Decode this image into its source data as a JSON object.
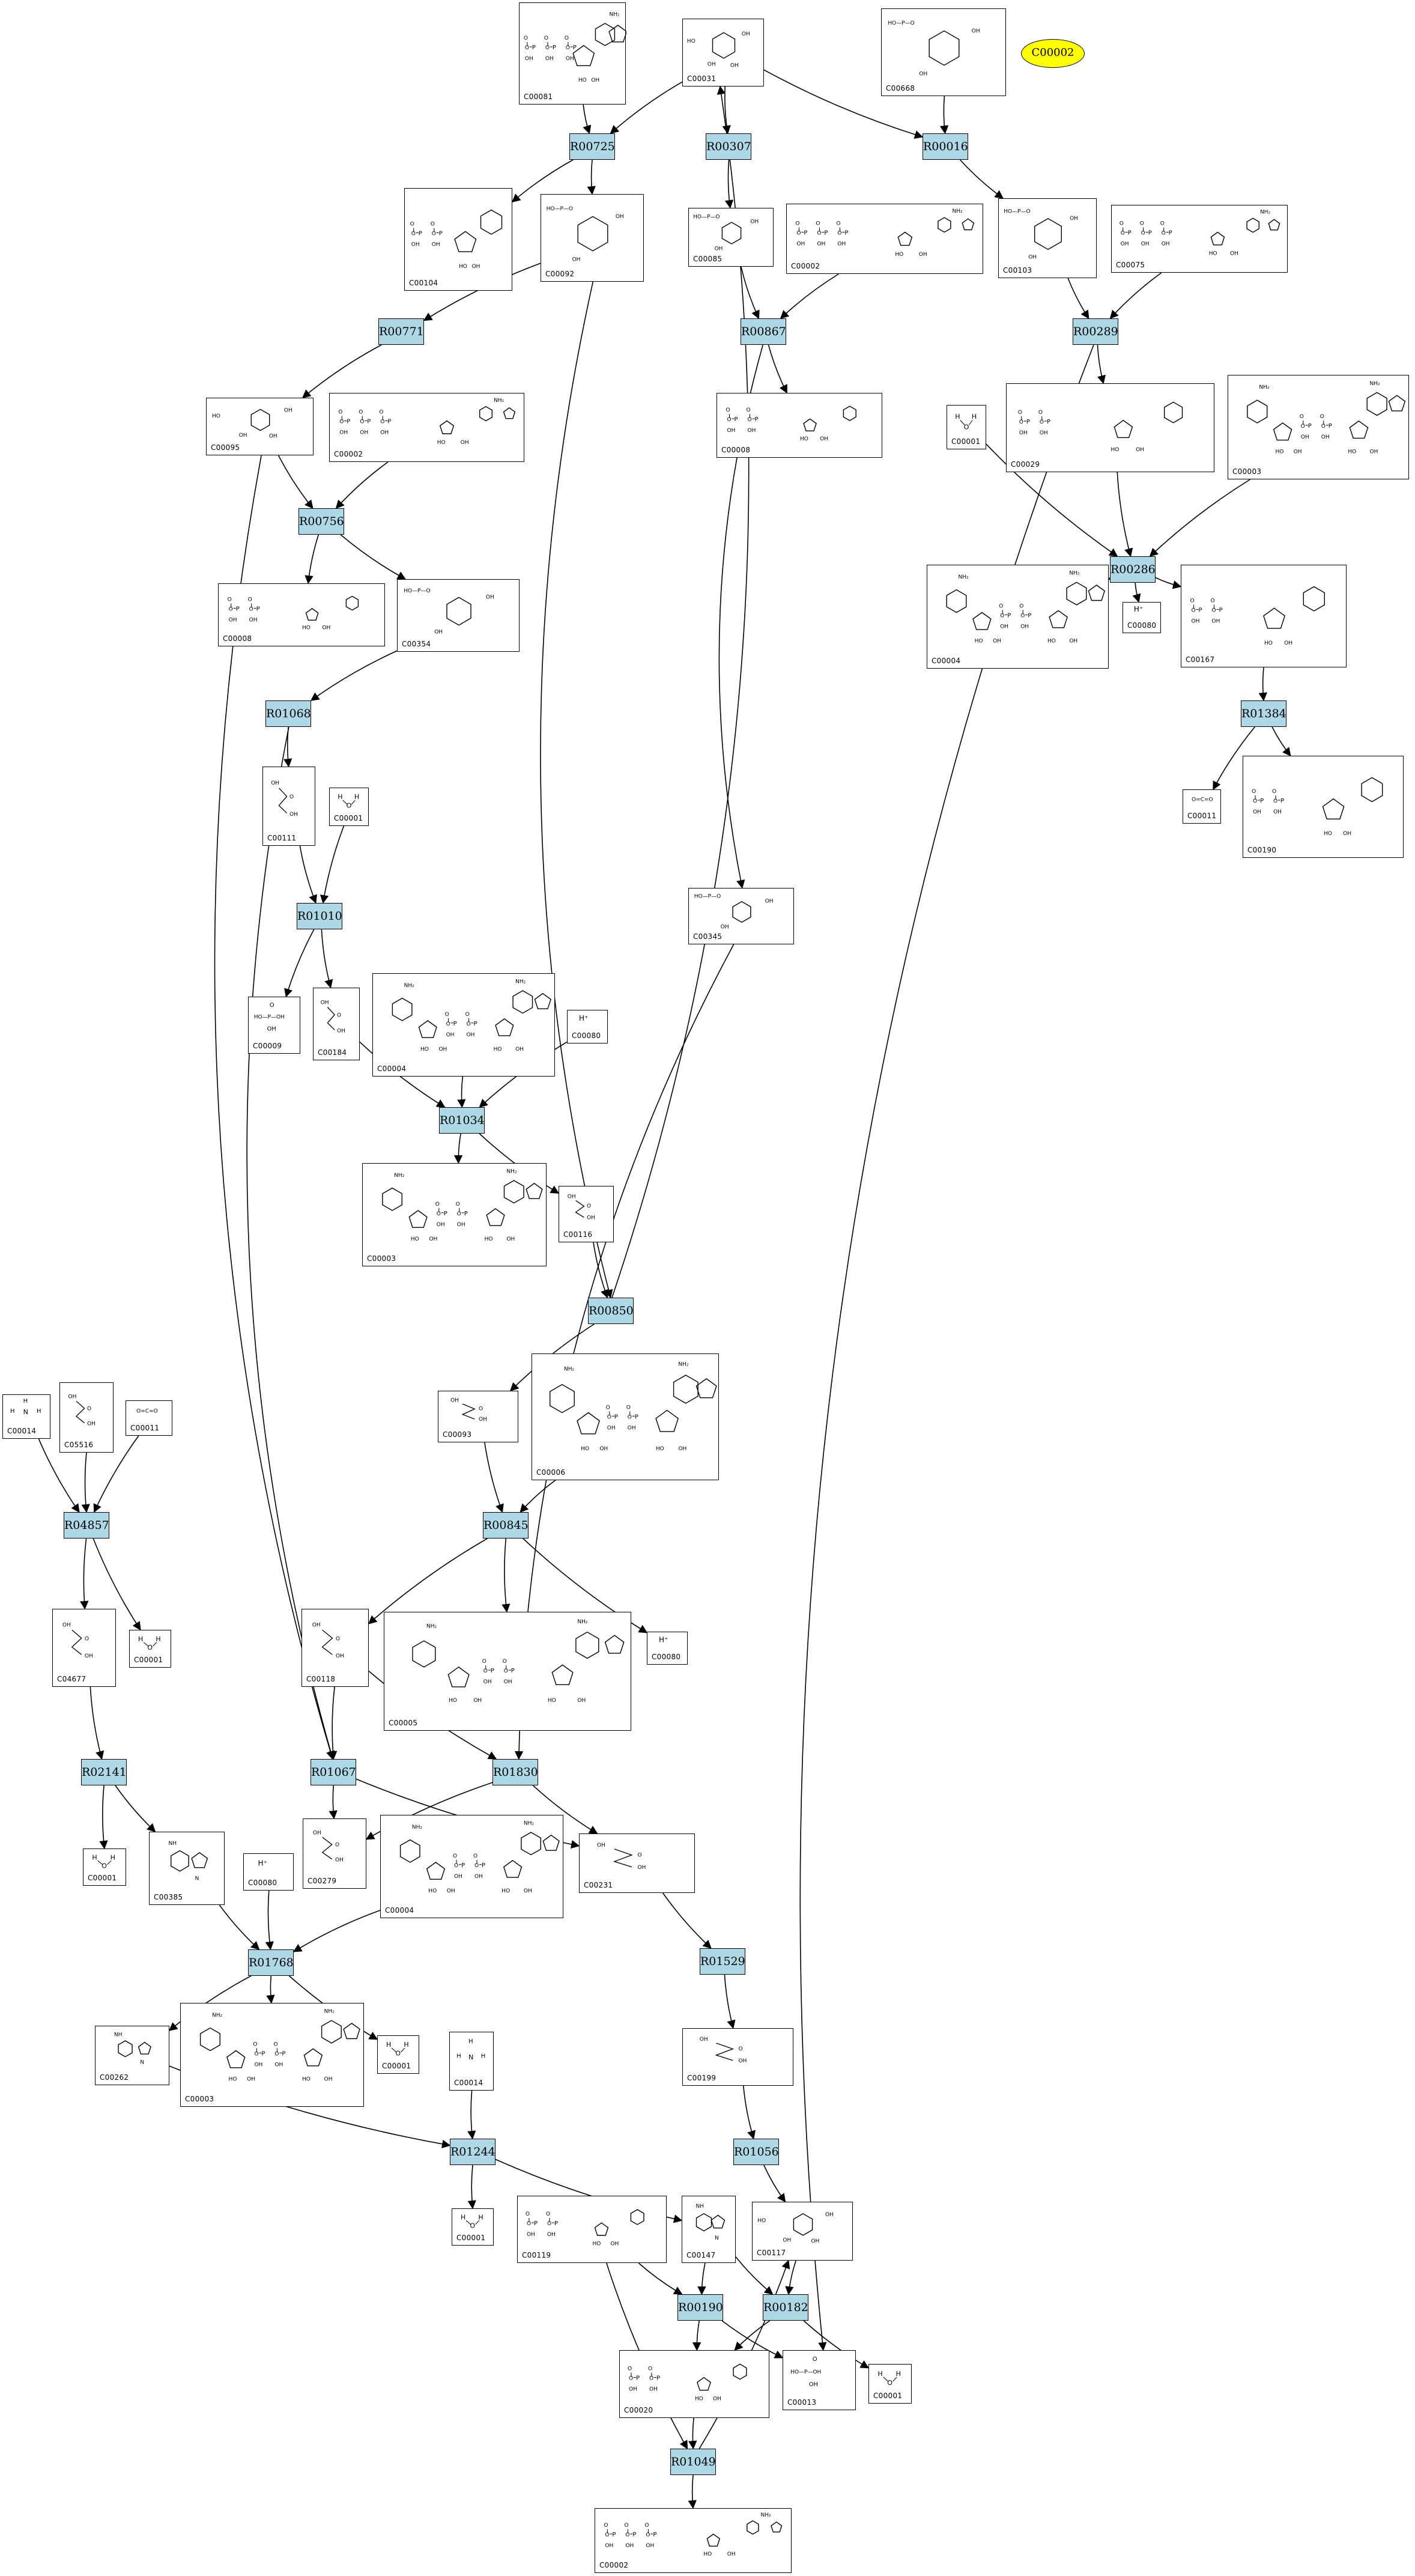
{
  "reactions": [
    {
      "id": "R00725",
      "label": "R00725"
    },
    {
      "id": "R00307",
      "label": "R00307"
    },
    {
      "id": "R00016",
      "label": "R00016"
    },
    {
      "id": "R00771",
      "label": "R00771"
    },
    {
      "id": "R00867",
      "label": "R00867"
    },
    {
      "id": "R00289",
      "label": "R00289"
    },
    {
      "id": "R00756",
      "label": "R00756"
    },
    {
      "id": "R00286",
      "label": "R00286"
    },
    {
      "id": "R01068",
      "label": "R01068"
    },
    {
      "id": "R01384",
      "label": "R01384"
    },
    {
      "id": "R01010",
      "label": "R01010"
    },
    {
      "id": "R01034",
      "label": "R01034"
    },
    {
      "id": "R00850",
      "label": "R00850"
    },
    {
      "id": "R04857",
      "label": "R04857"
    },
    {
      "id": "R00845",
      "label": "R00845"
    },
    {
      "id": "R02141",
      "label": "R02141"
    },
    {
      "id": "R01067",
      "label": "R01067"
    },
    {
      "id": "R01830",
      "label": "R01830"
    },
    {
      "id": "R01529",
      "label": "R01529"
    },
    {
      "id": "R01768",
      "label": "R01768"
    },
    {
      "id": "R01244",
      "label": "R01244"
    },
    {
      "id": "R01056",
      "label": "R01056"
    },
    {
      "id": "R00190",
      "label": "R00190"
    },
    {
      "id": "R00182",
      "label": "R00182"
    },
    {
      "id": "R01049",
      "label": "R01049"
    }
  ],
  "highlight": {
    "id": "C00002",
    "label": "C00002"
  },
  "compounds": [
    {
      "key": "n1",
      "id": "C00081",
      "label": "C00081",
      "kind": "ntp"
    },
    {
      "key": "n2",
      "id": "C00031",
      "label": "C00031",
      "kind": "sugar"
    },
    {
      "key": "n3",
      "id": "C00668",
      "label": "C00668",
      "kind": "sugarp"
    },
    {
      "key": "n4",
      "id": "C00104",
      "label": "C00104",
      "kind": "ndp"
    },
    {
      "key": "n5",
      "id": "C00092",
      "label": "C00092",
      "kind": "sugarp"
    },
    {
      "key": "n6",
      "id": "C00095",
      "label": "C00095",
      "kind": "sugar"
    },
    {
      "key": "n7",
      "id": "C00002",
      "label": "C00002",
      "kind": "ntp"
    },
    {
      "key": "n8",
      "id": "C00103",
      "label": "C00103",
      "kind": "sugarp"
    },
    {
      "key": "n9",
      "id": "C00075",
      "label": "C00075",
      "kind": "ntp"
    },
    {
      "key": "n10",
      "id": "C00085",
      "label": "C00085",
      "kind": "sugarp"
    },
    {
      "key": "n11",
      "id": "C00002",
      "label": "C00002",
      "kind": "ntp"
    },
    {
      "key": "n12",
      "id": "C00008",
      "label": "C00008",
      "kind": "ndp"
    },
    {
      "key": "n13",
      "id": "C00001",
      "label": "C00001",
      "kind": "water"
    },
    {
      "key": "n14",
      "id": "C00029",
      "label": "C00029",
      "kind": "ndp"
    },
    {
      "key": "n15",
      "id": "C00003",
      "label": "C00003",
      "kind": "nad"
    },
    {
      "key": "n16",
      "id": "C00008",
      "label": "C00008",
      "kind": "ndp"
    },
    {
      "key": "n17",
      "id": "C00354",
      "label": "C00354",
      "kind": "sugarp"
    },
    {
      "key": "n18",
      "id": "C00004",
      "label": "C00004",
      "kind": "nad"
    },
    {
      "key": "n19",
      "id": "C00080",
      "label": "C00080",
      "kind": "proton"
    },
    {
      "key": "n20",
      "id": "C00167",
      "label": "C00167",
      "kind": "ndp"
    },
    {
      "key": "n21",
      "id": "C00111",
      "label": "C00111",
      "kind": "small"
    },
    {
      "key": "n22",
      "id": "C00001",
      "label": "C00001",
      "kind": "water"
    },
    {
      "key": "n23",
      "id": "C00011",
      "label": "C00011",
      "kind": "co2"
    },
    {
      "key": "n24",
      "id": "C00190",
      "label": "C00190",
      "kind": "ndp"
    },
    {
      "key": "n25",
      "id": "C00345",
      "label": "C00345",
      "kind": "sugarp"
    },
    {
      "key": "n26",
      "id": "C00009",
      "label": "C00009",
      "kind": "phosphate"
    },
    {
      "key": "n27",
      "id": "C00184",
      "label": "C00184",
      "kind": "small"
    },
    {
      "key": "n28",
      "id": "C00004",
      "label": "C00004",
      "kind": "nad"
    },
    {
      "key": "n29",
      "id": "C00080",
      "label": "C00080",
      "kind": "proton"
    },
    {
      "key": "n30",
      "id": "C00003",
      "label": "C00003",
      "kind": "nad"
    },
    {
      "key": "n31",
      "id": "C00116",
      "label": "C00116",
      "kind": "small"
    },
    {
      "key": "n32",
      "id": "C00014",
      "label": "C00014",
      "kind": "ammonia"
    },
    {
      "key": "n33",
      "id": "C05516",
      "label": "C05516",
      "kind": "small"
    },
    {
      "key": "n34",
      "id": "C00011",
      "label": "C00011",
      "kind": "co2"
    },
    {
      "key": "n35",
      "id": "C00093",
      "label": "C00093",
      "kind": "small"
    },
    {
      "key": "n36",
      "id": "C00006",
      "label": "C00006",
      "kind": "nad"
    },
    {
      "key": "n37",
      "id": "C04677",
      "label": "C04677",
      "kind": "small"
    },
    {
      "key": "n38",
      "id": "C00001",
      "label": "C00001",
      "kind": "water"
    },
    {
      "key": "n39",
      "id": "C00118",
      "label": "C00118",
      "kind": "small"
    },
    {
      "key": "n40",
      "id": "C00005",
      "label": "C00005",
      "kind": "nad"
    },
    {
      "key": "n41",
      "id": "C00080",
      "label": "C00080",
      "kind": "proton"
    },
    {
      "key": "n42",
      "id": "C00001",
      "label": "C00001",
      "kind": "water"
    },
    {
      "key": "n43",
      "id": "C00385",
      "label": "C00385",
      "kind": "base"
    },
    {
      "key": "n44",
      "id": "C00080",
      "label": "C00080",
      "kind": "proton"
    },
    {
      "key": "n45",
      "id": "C00279",
      "label": "C00279",
      "kind": "small"
    },
    {
      "key": "n46",
      "id": "C00004",
      "label": "C00004",
      "kind": "nad"
    },
    {
      "key": "n47",
      "id": "C00231",
      "label": "C00231",
      "kind": "small"
    },
    {
      "key": "n48",
      "id": "C00262",
      "label": "C00262",
      "kind": "base"
    },
    {
      "key": "n49",
      "id": "C00003",
      "label": "C00003",
      "kind": "nad"
    },
    {
      "key": "n50",
      "id": "C00001",
      "label": "C00001",
      "kind": "water"
    },
    {
      "key": "n51",
      "id": "C00014",
      "label": "C00014",
      "kind": "ammonia"
    },
    {
      "key": "n52",
      "id": "C00199",
      "label": "C00199",
      "kind": "small"
    },
    {
      "key": "n53",
      "id": "C00001",
      "label": "C00001",
      "kind": "water"
    },
    {
      "key": "n54",
      "id": "C00119",
      "label": "C00119",
      "kind": "ndp"
    },
    {
      "key": "n55",
      "id": "C00147",
      "label": "C00147",
      "kind": "base"
    },
    {
      "key": "n56",
      "id": "C00117",
      "label": "C00117",
      "kind": "sugar"
    },
    {
      "key": "n57",
      "id": "C00020",
      "label": "C00020",
      "kind": "ndp"
    },
    {
      "key": "n58",
      "id": "C00013",
      "label": "C00013",
      "kind": "phosphate"
    },
    {
      "key": "n59",
      "id": "C00001",
      "label": "C00001",
      "kind": "water"
    },
    {
      "key": "n60",
      "id": "C00002",
      "label": "C00002",
      "kind": "ntp"
    }
  ]
}
